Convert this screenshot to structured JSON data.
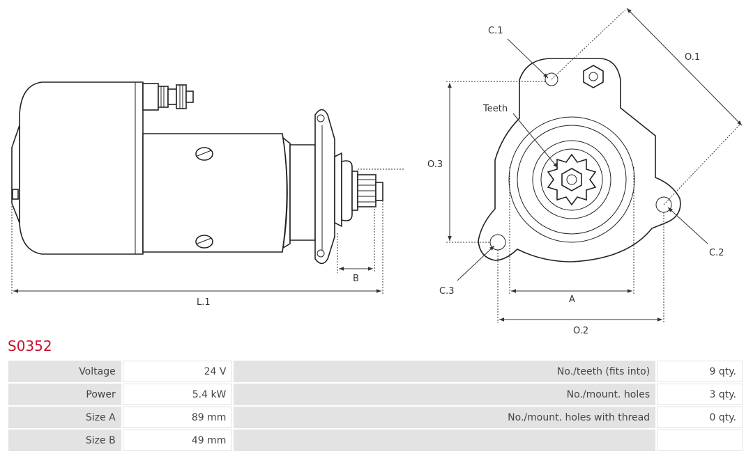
{
  "product": {
    "code": "S0352"
  },
  "drawing": {
    "labels": {
      "c1": "C.1",
      "o1": "O.1",
      "teeth": "Teeth",
      "o3": "O.3",
      "c2": "C.2",
      "c3": "C.3",
      "a": "A",
      "o2": "O.2",
      "b": "B",
      "l1": "L.1"
    }
  },
  "specs": [
    {
      "label": "Voltage",
      "value": "24 V",
      "label2": "No./teeth (fits into)",
      "value2": "9 qty."
    },
    {
      "label": "Power",
      "value": "5.4 kW",
      "label2": "No./mount. holes",
      "value2": "3 qty."
    },
    {
      "label": "Size A",
      "value": "89 mm",
      "label2": "No./mount. holes with thread",
      "value2": "0 qty."
    },
    {
      "label": "Size B",
      "value": "49 mm",
      "label2": "",
      "value2": ""
    }
  ],
  "colors": {
    "accent": "#c8102e",
    "cell_bg": "#e3e3e3"
  }
}
